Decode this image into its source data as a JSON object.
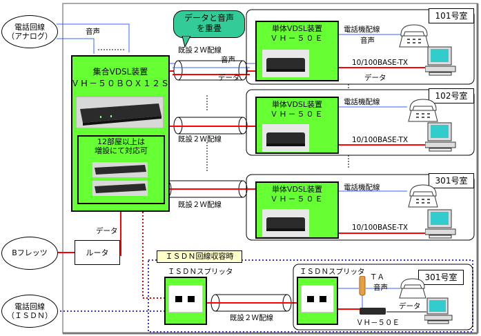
{
  "external": {
    "phone_analog": "電話回線\n（アナログ）",
    "flets": "Bフレッツ",
    "phone_isdn": "電話回線\n（ＩＳＤＮ）",
    "router": "ルータ"
  },
  "callout": "データと音声\nを重畳",
  "central": {
    "title": "集合VDSL装置",
    "model": "ＶＨ－５０ＢＯＸ１２Ｓ",
    "expand_note": "12部屋以上は\n増設にて対応可"
  },
  "labels": {
    "voice": "音声",
    "data": "データ",
    "existing_2w": "既設２Ｗ配線",
    "phone_wiring": "電話機配線",
    "base_tx": "10/100BASE-TX",
    "ta": "ＴＡ",
    "vh50e": "ＶＨ－５０Ｅ"
  },
  "units": [
    {
      "title": "単体VDSL装置",
      "model": "ＶＨ－５０Ｅ"
    },
    {
      "title": "単体VDSL装置",
      "model": "ＶＨ－５０Ｅ"
    },
    {
      "title": "単体VDSL装置",
      "model": "ＶＨ－５０Ｅ"
    }
  ],
  "rooms": [
    "101号室",
    "102号室",
    "301号室",
    "301号室"
  ],
  "isdn": {
    "title": "ＩＳＤＮ回線収容時",
    "splitter": "ＩＳＤＮスプリッタ"
  },
  "colors": {
    "box_green": "#66ff33",
    "line_red": "#ff0000",
    "line_blue": "#3366ff",
    "isdn_dots": "#3333cc",
    "callout": "#33cc99"
  }
}
